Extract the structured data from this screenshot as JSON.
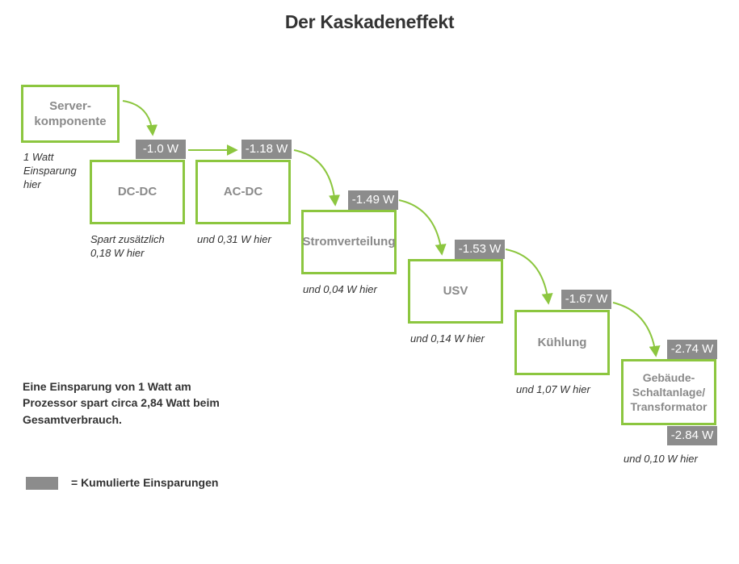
{
  "title": "Der Kaskadeneffekt",
  "colors": {
    "box_border": "#8cc63f",
    "arrow": "#8cc63f",
    "badge": "#8c8c8c"
  },
  "boxes": {
    "server": "Server-\nkomponente",
    "dcdc": "DC-DC",
    "acdc": "AC-DC",
    "strom": "Stromverteilung",
    "usv": "USV",
    "kuehlung": "Kühlung",
    "gebaeude": "Gebäude-\nSchaltanlage/\nTransformator"
  },
  "badges": {
    "dcdc": "-1.0 W",
    "acdc": "-1.18 W",
    "strom": "-1.49 W",
    "usv": "-1.53 W",
    "kuehlung": "-1.67 W",
    "gebaeude_top": "-2.74 W",
    "gebaeude_bottom": "-2.84 W"
  },
  "notes": {
    "server": "1 Watt\nEinsparung\nhier",
    "dcdc": "Spart zusätzlich\n0,18 W hier",
    "acdc": "und 0,31 W hier",
    "strom": "und 0,04 W hier",
    "usv": "und 0,14 W hier",
    "kuehlung": "und 1,07 W hier",
    "gebaeude": "und 0,10 W hier"
  },
  "summary": "Eine Einsparung von 1 Watt am\nProzessor spart circa 2,84 Watt beim\nGesamtverbrauch.",
  "legend": "= Kumulierte Einsparungen"
}
